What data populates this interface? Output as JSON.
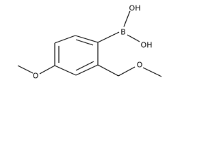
{
  "molecule": {
    "atoms": {
      "boron": "B",
      "hydroxyl_top": "OH",
      "hydroxyl_right": "OH",
      "methoxy_oxygen_left": "O",
      "ether_oxygen_right": "O"
    }
  }
}
